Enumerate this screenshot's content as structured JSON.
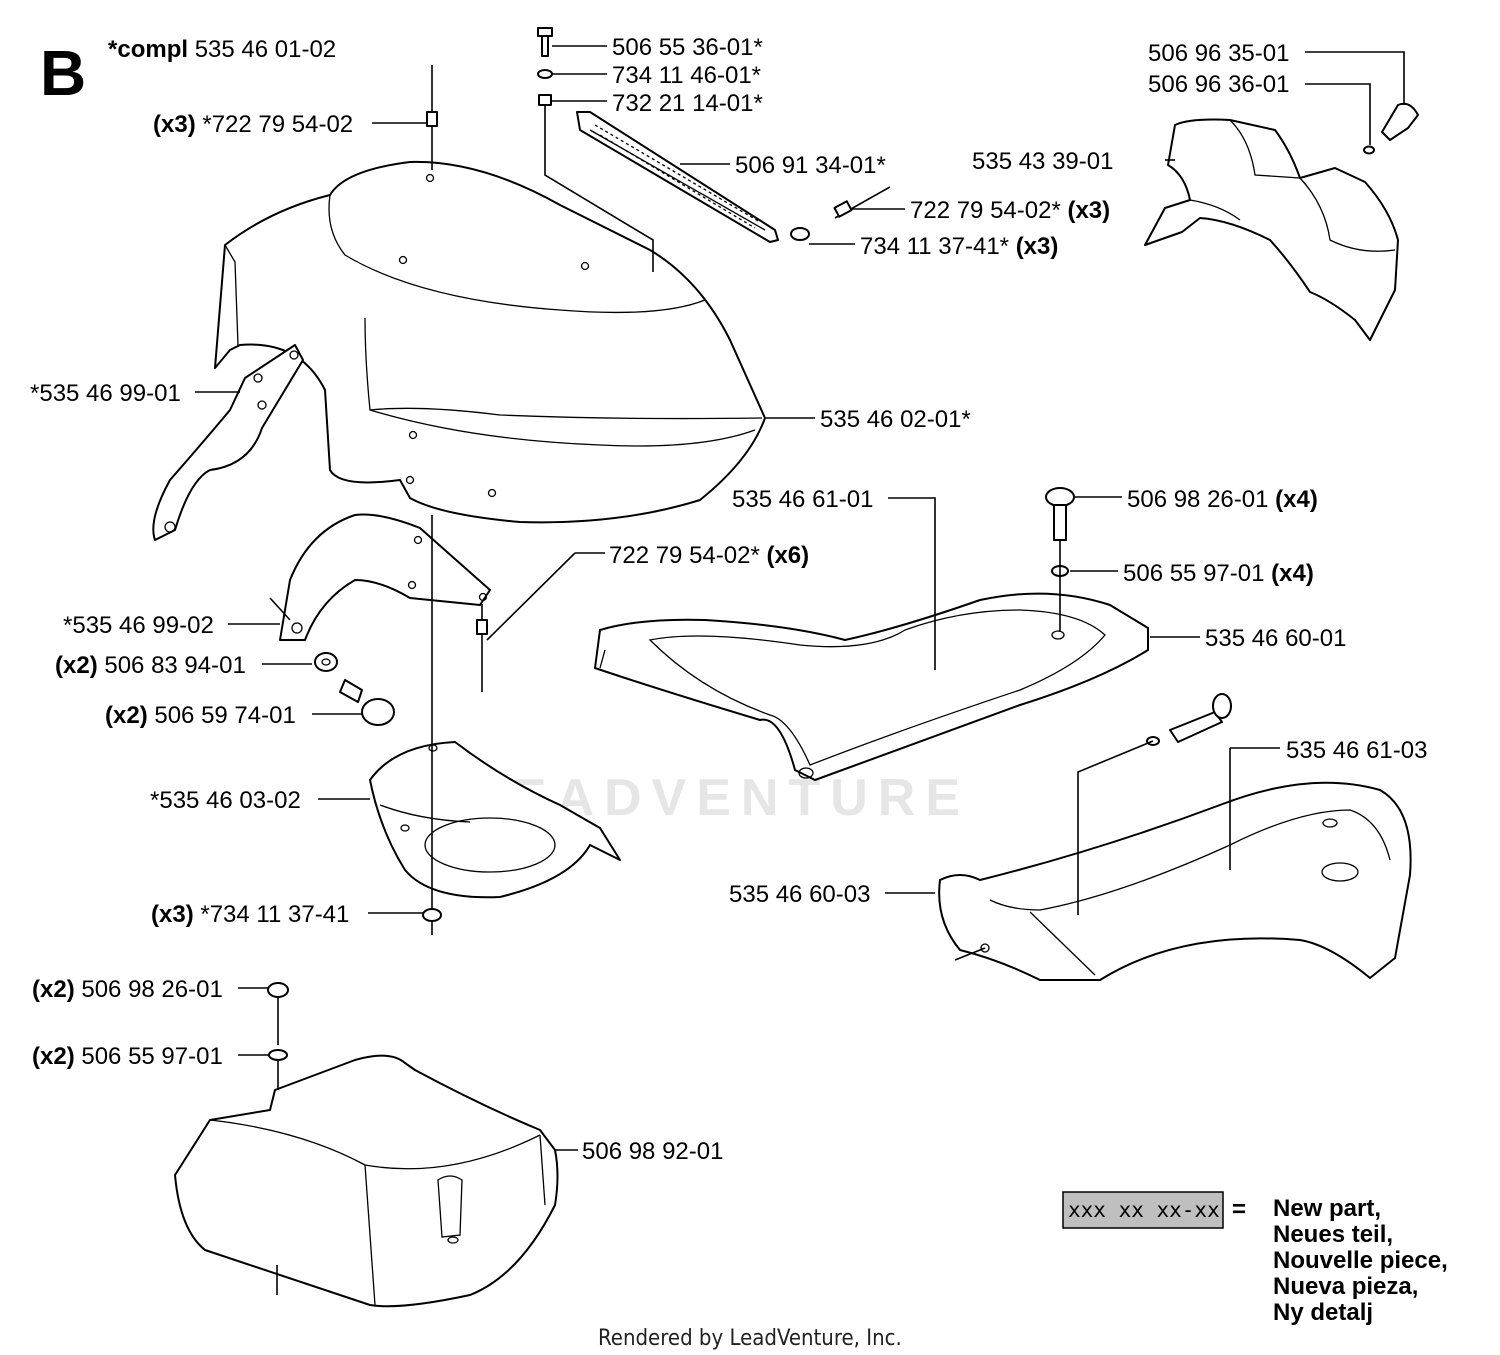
{
  "section_letter": "B",
  "assembly": {
    "prefix": "*compl",
    "number": "535 46 01-02"
  },
  "labels": [
    {
      "id": "l1",
      "qty": "(x3)",
      "part": "*722 79 54-02"
    },
    {
      "id": "l2",
      "qty": "",
      "part": "506 55 36-01*"
    },
    {
      "id": "l3",
      "qty": "",
      "part": "734 11 46-01*"
    },
    {
      "id": "l4",
      "qty": "",
      "part": "732 21 14-01*"
    },
    {
      "id": "l5",
      "qty": "",
      "part": "506 91 34-01*"
    },
    {
      "id": "l6",
      "qty": "(x3)",
      "part": "722 79 54-02*"
    },
    {
      "id": "l7",
      "qty": "(x3)",
      "part": "734 11 37-41*"
    },
    {
      "id": "l8",
      "qty": "",
      "part": "506 96 35-01"
    },
    {
      "id": "l9",
      "qty": "",
      "part": "506 96 36-01"
    },
    {
      "id": "l10",
      "qty": "",
      "part": "535 43 39-01"
    },
    {
      "id": "l11",
      "qty": "",
      "part": "*535 46 99-01"
    },
    {
      "id": "l12",
      "qty": "",
      "part": "535 46 02-01*"
    },
    {
      "id": "l13",
      "qty": "",
      "part": "535 46 61-01"
    },
    {
      "id": "l14",
      "qty": "(x4)",
      "part": "506 98 26-01"
    },
    {
      "id": "l15",
      "qty": "(x6)",
      "part": "722 79 54-02*"
    },
    {
      "id": "l16",
      "qty": "(x4)",
      "part": "506 55 97-01"
    },
    {
      "id": "l17",
      "qty": "",
      "part": "*535 46 99-02"
    },
    {
      "id": "l18",
      "qty": "",
      "part": "535 46 60-01"
    },
    {
      "id": "l19",
      "qty": "(x2)",
      "part": "506 83 94-01"
    },
    {
      "id": "l20",
      "qty": "(x2)",
      "part": "506 59 74-01"
    },
    {
      "id": "l21",
      "qty": "",
      "part": "535 46 61-03"
    },
    {
      "id": "l22",
      "qty": "",
      "part": "*535 46 03-02"
    },
    {
      "id": "l23",
      "qty": "",
      "part": "535 46 60-03"
    },
    {
      "id": "l24",
      "qty": "(x3)",
      "part": "*734 11 37-41"
    },
    {
      "id": "l25",
      "qty": "(x2)",
      "part": "506 98 26-01"
    },
    {
      "id": "l26",
      "qty": "(x2)",
      "part": "506 55 97-01"
    },
    {
      "id": "l27",
      "qty": "",
      "part": "506 98 92-01"
    }
  ],
  "legend": {
    "sample": "xxx xx xx-xx",
    "equals": "=",
    "lines": [
      "New part,",
      "Neues teil,",
      "Nouvelle piece,",
      "Nueva pieza,",
      "Ny detalj"
    ],
    "sample_fill": "#bfbfbf"
  },
  "watermark": "LEADVENTURE",
  "footer": "Rendered by LeadVenture, Inc."
}
